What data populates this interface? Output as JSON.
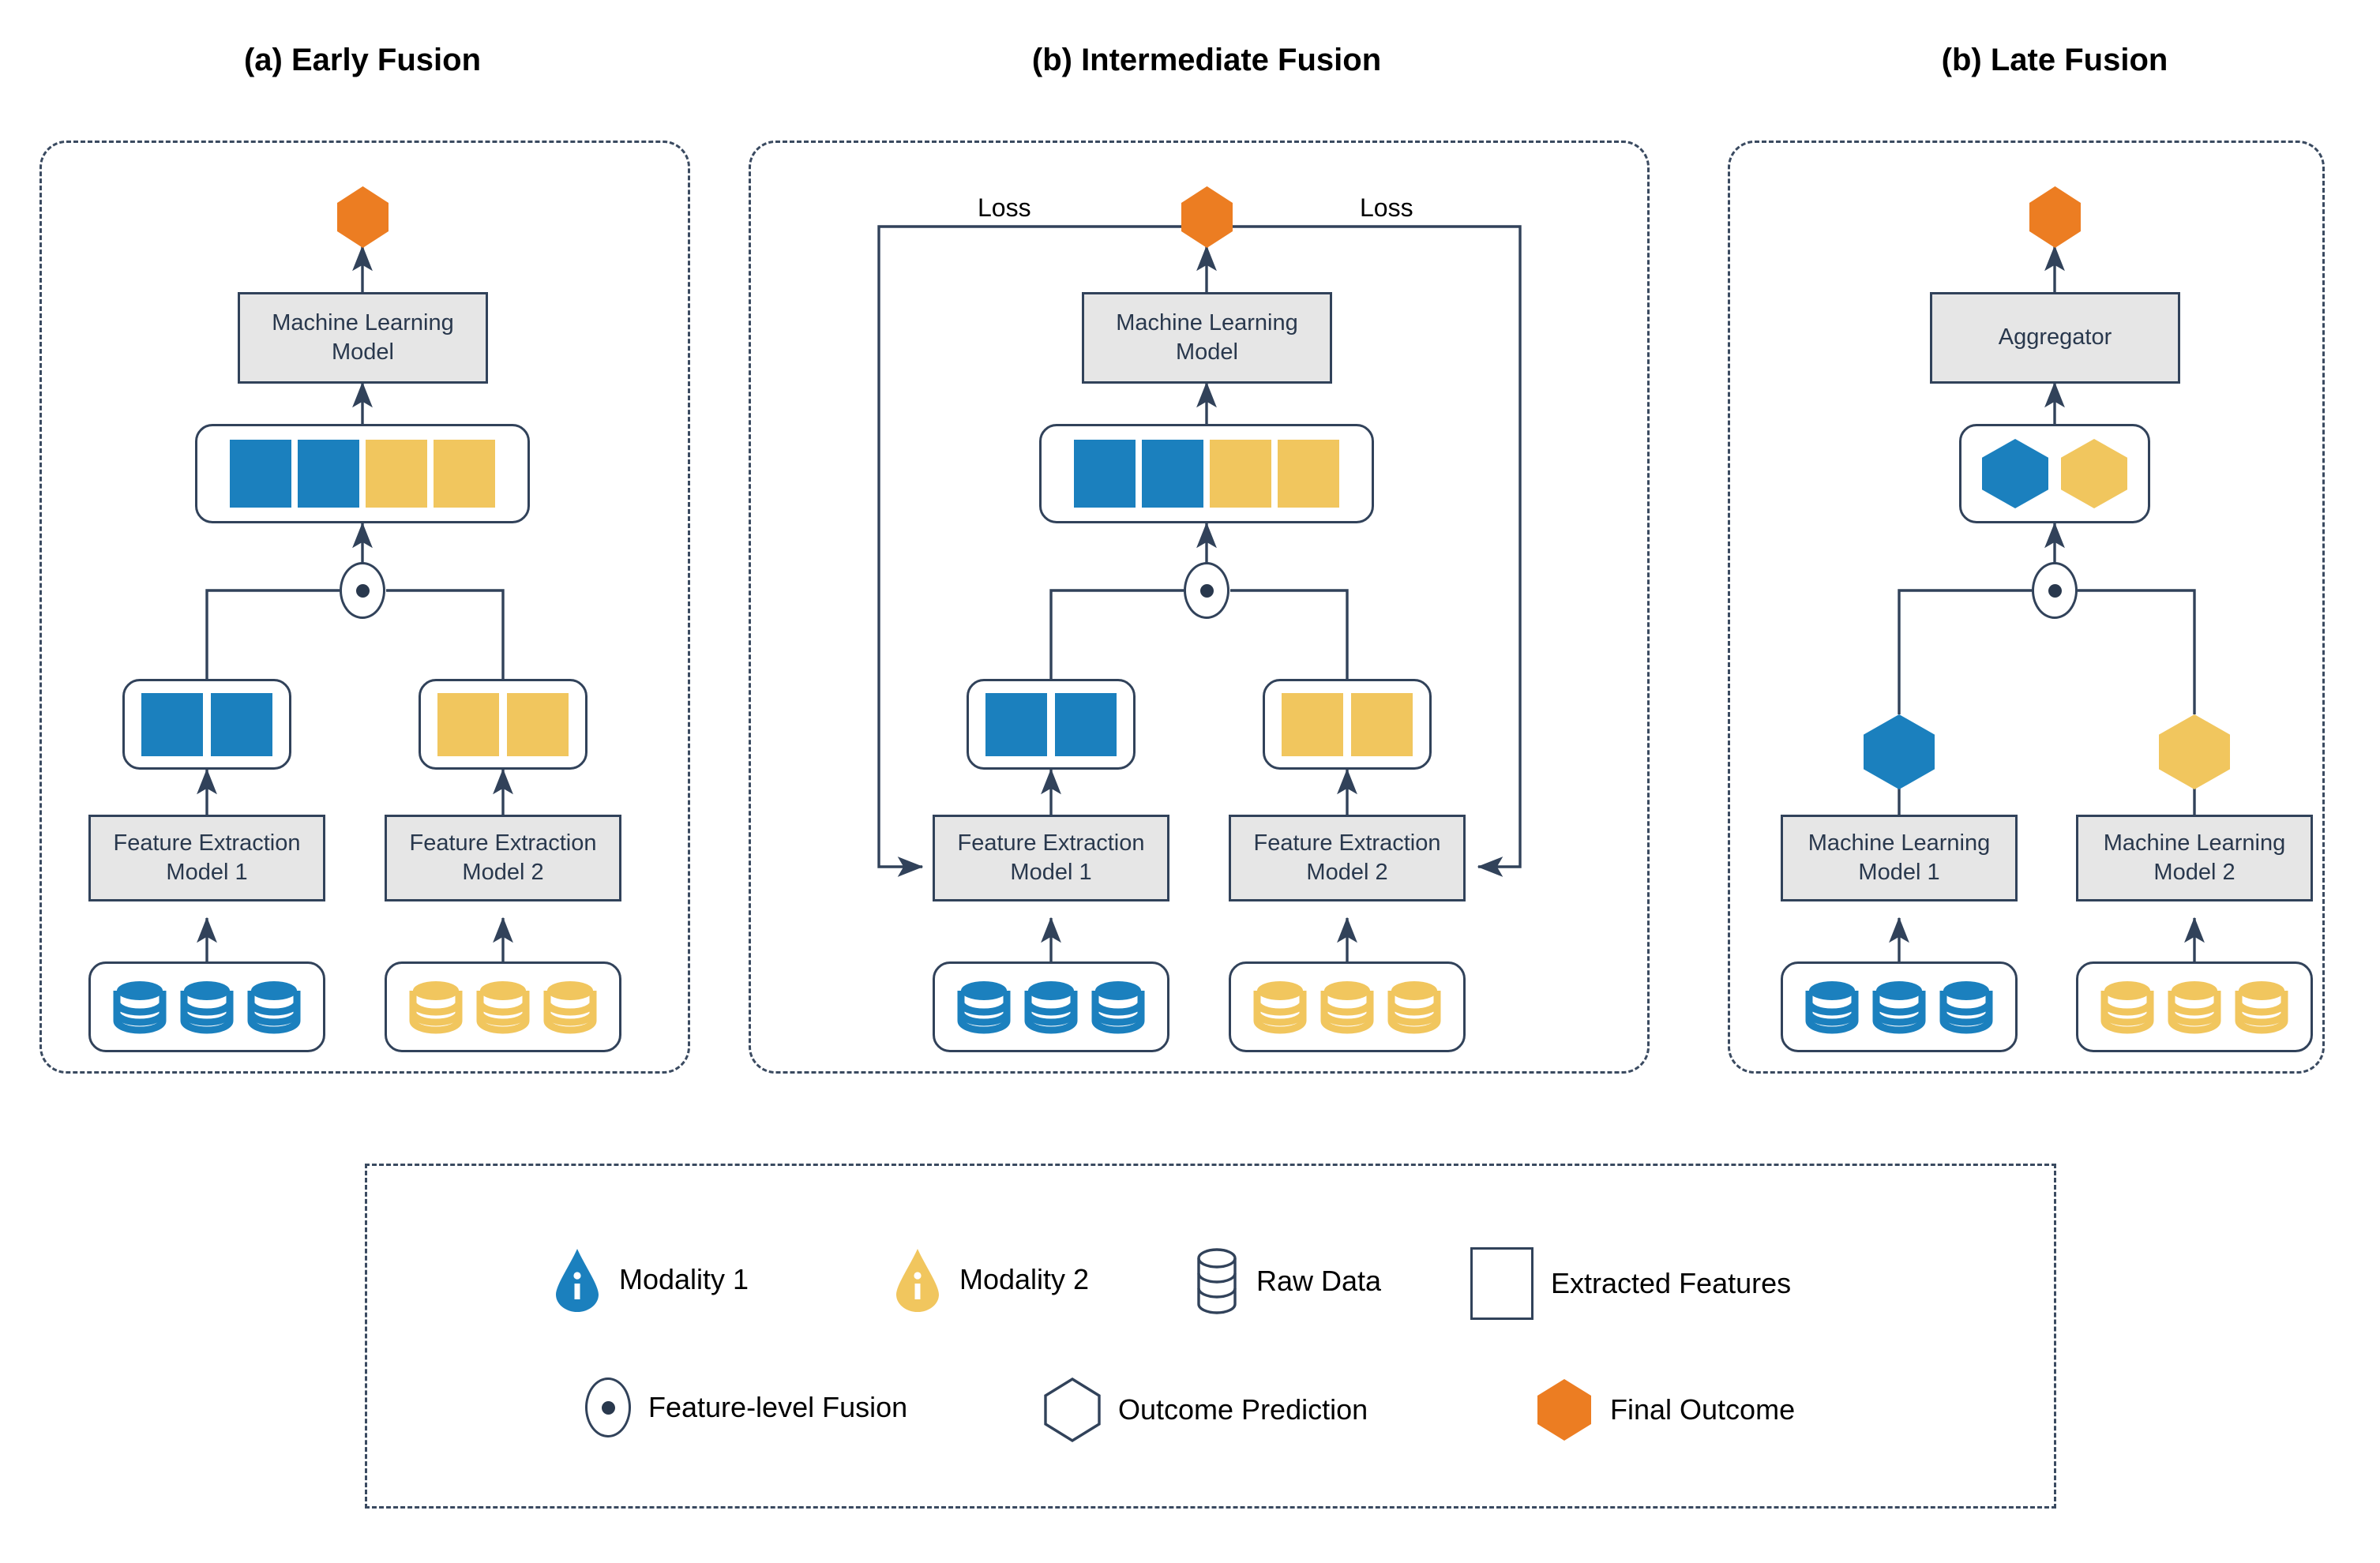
{
  "figure": {
    "panels": [
      {
        "id": "early-fusion",
        "title": "(a) Early Fusion",
        "final_outcome": "Final Outcome",
        "model_box": "Machine Learning\nModel",
        "model_line1": "Machine Learning",
        "model_line2": "Model",
        "fused_features": {
          "blue_count": 2,
          "yellow_count": 2
        },
        "branches": [
          {
            "features": {
              "color": "blue",
              "count": 2
            },
            "box_line1": "Feature Extraction",
            "box_line2": "Model 1",
            "raw_data": {
              "color": "blue",
              "count": 3
            }
          },
          {
            "features": {
              "color": "yellow",
              "count": 2
            },
            "box_line1": "Feature Extraction",
            "box_line2": "Model 2",
            "raw_data": {
              "color": "yellow",
              "count": 3
            }
          }
        ],
        "loss_labels": []
      },
      {
        "id": "intermediate-fusion",
        "title": "(b) Intermediate Fusion",
        "final_outcome": "Final Outcome",
        "model_line1": "Machine Learning",
        "model_line2": "Model",
        "fused_features": {
          "blue_count": 2,
          "yellow_count": 2
        },
        "branches": [
          {
            "features": {
              "color": "blue",
              "count": 2
            },
            "box_line1": "Feature Extraction",
            "box_line2": "Model 1",
            "raw_data": {
              "color": "blue",
              "count": 3
            }
          },
          {
            "features": {
              "color": "yellow",
              "count": 2
            },
            "box_line1": "Feature Extraction",
            "box_line2": "Model 2",
            "raw_data": {
              "color": "yellow",
              "count": 3
            }
          }
        ],
        "loss_labels": [
          "Loss",
          "Loss"
        ]
      },
      {
        "id": "late-fusion",
        "title": "(b) Late Fusion",
        "final_outcome": "Final Outcome",
        "model_line1": "Aggregator",
        "model_line2": "",
        "fused_predictions": {
          "blue_count": 1,
          "yellow_count": 1
        },
        "branches": [
          {
            "prediction": {
              "color": "blue"
            },
            "box_line1": "Machine Learning",
            "box_line2": "Model 1",
            "raw_data": {
              "color": "blue",
              "count": 3
            }
          },
          {
            "prediction": {
              "color": "yellow"
            },
            "box_line1": "Machine Learning",
            "box_line2": "Model 2",
            "raw_data": {
              "color": "yellow",
              "count": 3
            }
          }
        ],
        "loss_labels": []
      }
    ],
    "legend": {
      "row1": [
        {
          "icon": "modality-1-icon",
          "label": "Modality 1",
          "color": "#1b80be"
        },
        {
          "icon": "modality-2-icon",
          "label": "Modality 2",
          "color": "#f1c65e"
        },
        {
          "icon": "raw-data-icon",
          "label": "Raw Data",
          "color": "#31425a"
        },
        {
          "icon": "extracted-features-icon",
          "label": "Extracted Features",
          "color": "#31425a"
        }
      ],
      "row2": [
        {
          "icon": "feature-level-fusion-icon",
          "label": "Feature-level Fusion",
          "color": "#29384d"
        },
        {
          "icon": "outcome-prediction-icon",
          "label": "Outcome Prediction",
          "color": "#31425a"
        },
        {
          "icon": "final-outcome-icon",
          "label": "Final Outcome",
          "color": "#ec7d22"
        }
      ]
    },
    "colors": {
      "modality_1": "#1b80be",
      "modality_2": "#f1c65e",
      "final_outcome": "#ec7d22",
      "stroke": "#31425a",
      "box_fill": "#e6e6e6",
      "text": "#29384d"
    }
  }
}
